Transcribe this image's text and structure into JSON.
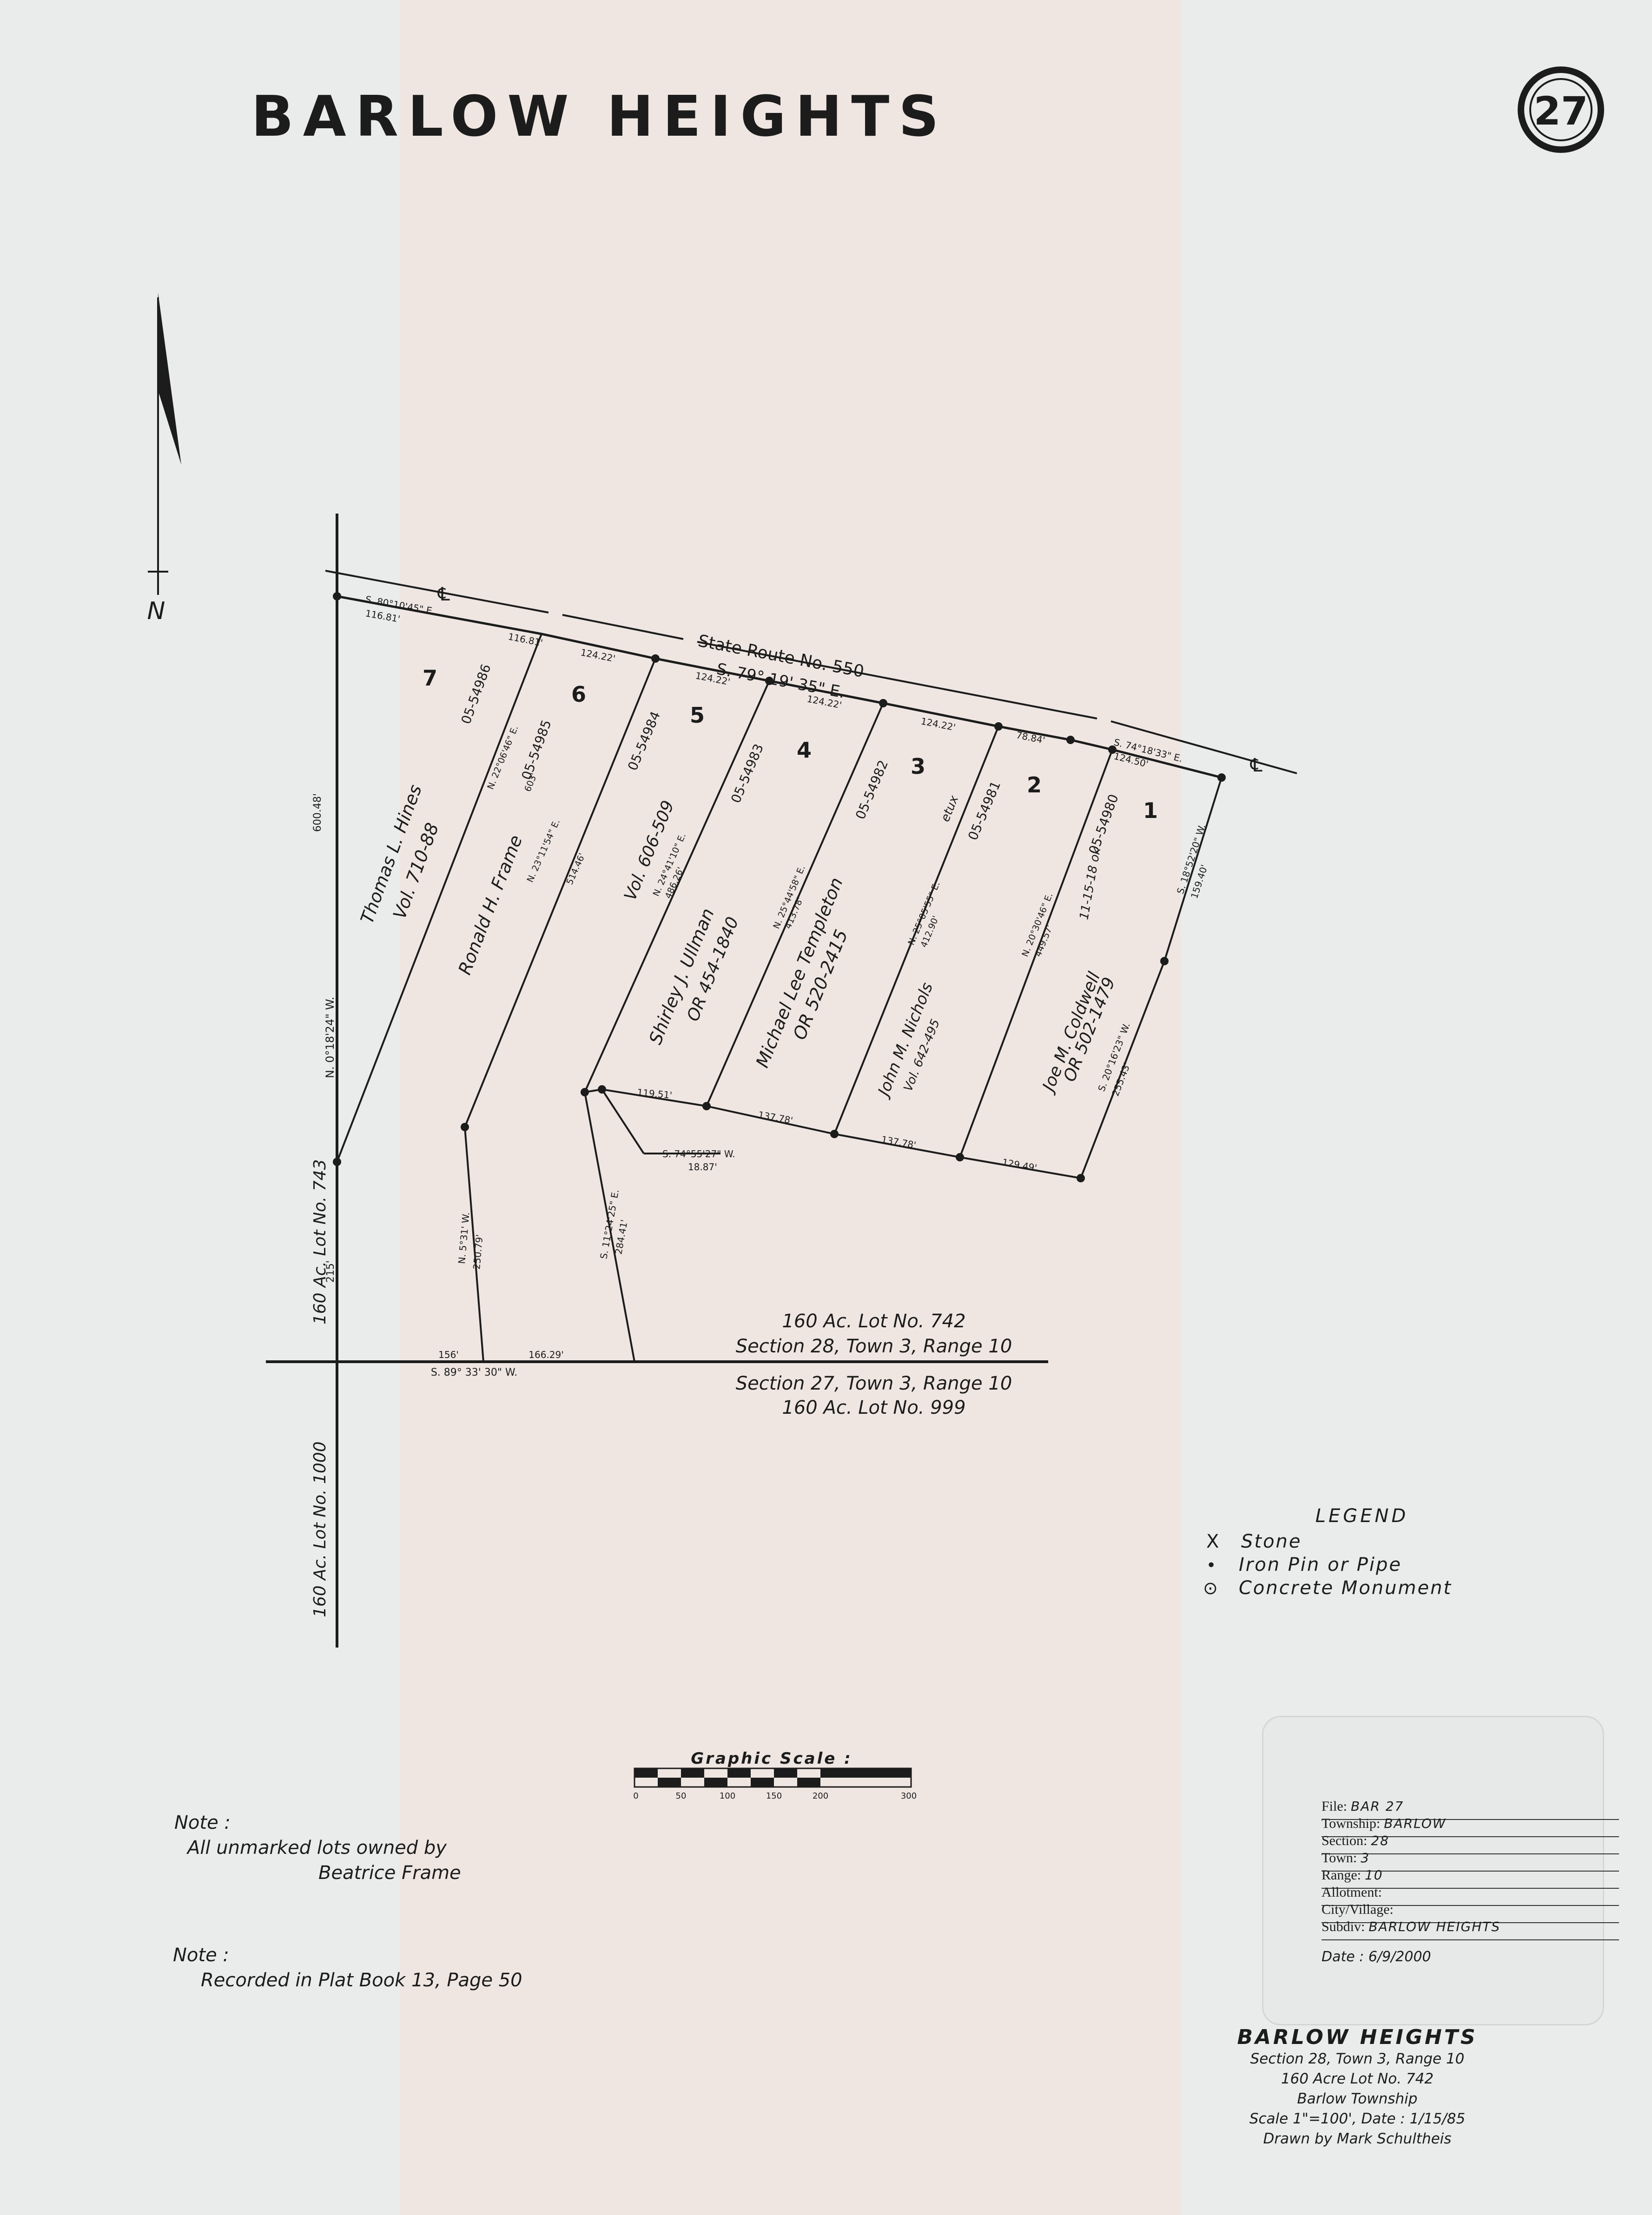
{
  "title": "BARLOW HEIGHTS",
  "sheet_number": "27",
  "north_label": "N",
  "road": {
    "name": "State Route No. 550",
    "bearing": "S. 79° 19' 35\" E.",
    "centerline_mark": "℄",
    "bearing_west": "S. 80°10'45\" E.",
    "distance_west": "116.81'",
    "bearing_east": "S. 74°18'33\" E.",
    "distance_east": "124.50'"
  },
  "frontage_dims": [
    "116.81'",
    "124.22'",
    "124.22'",
    "124.22'",
    "124.22'",
    "78.84'"
  ],
  "lots": [
    {
      "number": "7",
      "parcel": "05-54986",
      "owner": "Thomas L. Hines",
      "ref": "Vol. 710-88",
      "side_bearing": "",
      "side_distance": ""
    },
    {
      "number": "6",
      "parcel": "05-54985",
      "owner": "Ronald H. Frame",
      "ref": "",
      "side_bearing": "N. 22°06'46\" E.",
      "side_distance": "603'"
    },
    {
      "number": "5",
      "parcel": "05-54984",
      "owner": "",
      "ref": "Vol. 606-509",
      "side_bearing": "N. 23°11'54\" E.",
      "side_distance": "514.46'"
    },
    {
      "number": "4",
      "parcel": "05-54983",
      "owner": "Shirley J. Ullman",
      "ref": "OR 454-1840",
      "side_bearing": "N. 24°41'10\" E.",
      "side_distance": "486.26'"
    },
    {
      "number": "3",
      "parcel": "05-54982",
      "owner": "Michael Lee Templeton",
      "ref": "OR 520-2415",
      "side_bearing": "N. 25°44'58\" E.",
      "side_distance": "413.78'"
    },
    {
      "number": "2",
      "parcel": "05-54981",
      "owner": "John M. Nichols",
      "ref": "Vol. 642-495",
      "owner_suffix": "etux",
      "side_bearing": "N. 25°05'55\" E.",
      "side_distance": "412.90'"
    },
    {
      "number": "1",
      "parcel": "05-54980",
      "owner": "Joe M. Coldwell",
      "ref": "OR 502-1479",
      "side_bearing": "N. 20°30'46\" E.",
      "side_distance": "449.57'"
    }
  ],
  "handwritten_annotation": "11-15-18 ok",
  "west_line": {
    "bearing": "N. 0°18'24\" W.",
    "distance_upper": "600.48'",
    "distance_lower": "215'"
  },
  "east_line": {
    "upper_bearing": "S. 18°52'20\" W.",
    "upper_distance": "159.40'",
    "lower_bearing": "S. 20°16'23\" W.",
    "lower_distance": "255.43'"
  },
  "rear_dims": [
    "119.51'",
    "137.78'",
    "137.78'",
    "129.49'"
  ],
  "small_line": {
    "bearing": "S. 74°55'27\" W.",
    "distance": "18.87'"
  },
  "lower_lines": [
    {
      "bearing": "N. 5°31' W.",
      "distance": "250.79'"
    },
    {
      "bearing": "S. 11°24'25\" E.",
      "distance": "284.41'"
    }
  ],
  "south_line": {
    "bearing": "S. 89° 33' 30\" W.",
    "distance_west": "156'",
    "distance_middle": "166.29'"
  },
  "adjacent": {
    "west_upper": "160 Ac. Lot No. 743",
    "west_lower": "160 Ac. Lot No. 1000",
    "north_lot": "160 Ac. Lot No. 742",
    "north_section": "Section 28, Town 3, Range 10",
    "south_section": "Section 27, Town 3, Range 10",
    "south_lot": "160 Ac. Lot No. 999"
  },
  "legend": {
    "title": "LEGEND",
    "items": [
      {
        "symbol": "X",
        "label": "Stone"
      },
      {
        "symbol": "•",
        "label": "Iron Pin or Pipe"
      },
      {
        "symbol": "⊙",
        "label": "Concrete Monument"
      }
    ]
  },
  "graphic_scale": {
    "title": "Graphic Scale :",
    "ticks": [
      "0",
      "50",
      "100",
      "150",
      "200",
      "300"
    ]
  },
  "notes": [
    {
      "heading": "Note :",
      "lines": [
        "All unmarked lots owned by",
        "Beatrice Frame"
      ]
    },
    {
      "heading": "Note :",
      "lines": [
        "Recorded in Plat Book 13, Page 50"
      ]
    }
  ],
  "file_card": {
    "fields": [
      {
        "label": "File:",
        "value": "BAR 27"
      },
      {
        "label": "Township:",
        "value": "BARLOW"
      },
      {
        "label": "Section:",
        "value": "28"
      },
      {
        "label": "Town:",
        "value": "3"
      },
      {
        "label": "Range:",
        "value": "10"
      },
      {
        "label": "Allotment:",
        "value": ""
      },
      {
        "label": "City/Village:",
        "value": ""
      },
      {
        "label": "Subdiv:",
        "value": "BARLOW HEIGHTS"
      }
    ],
    "date": "Date : 6/9/2000"
  },
  "title_block": {
    "name": "BARLOW HEIGHTS",
    "lines": [
      "Section 28, Town 3, Range 10",
      "160 Acre Lot No. 742",
      "Barlow Township",
      "Scale 1\"=100', Date : 1/15/85",
      "Drawn by Mark Schultheis"
    ]
  },
  "colors": {
    "paper": "#e9ecea",
    "band": "#efe6e2",
    "ink": "#1c1c1c"
  }
}
